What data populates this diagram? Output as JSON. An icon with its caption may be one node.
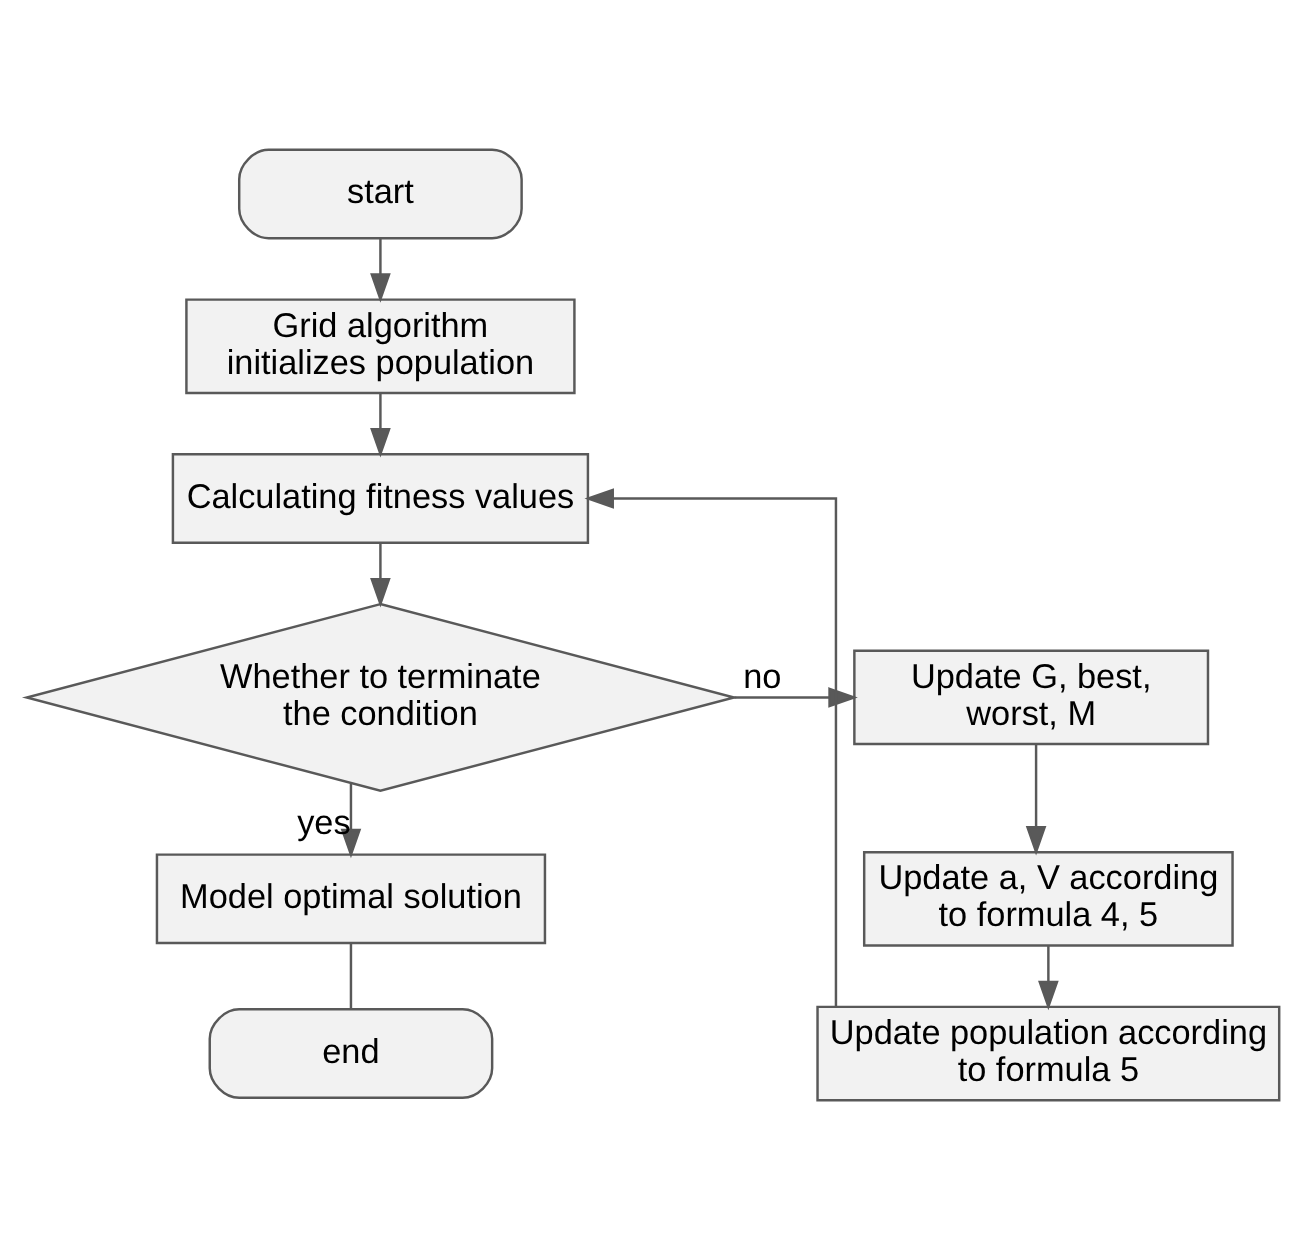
{
  "diagram": {
    "nodes": [
      {
        "text": [
          "start"
        ]
      },
      {
        "text": [
          "Grid algorithm initializes population"
        ]
      },
      {
        "text": [
          "Calculating fitness values"
        ]
      },
      {
        "text": [
          "Whether to terminate the condition"
        ]
      },
      {
        "text": [
          "Update G, best, worst, M"
        ]
      },
      {
        "text": [
          "Update a, V according to formula 4, 5"
        ]
      },
      {
        "text": [
          "Update population according to formula 5"
        ]
      },
      {
        "text": [
          "Model optimal solution"
        ]
      },
      {
        "text": [
          "end"
        ]
      }
    ],
    "edges": [
      {
        "from": 0,
        "to": 1,
        "arrow": "to"
      },
      {
        "from": 1,
        "to": 2,
        "arrow": "to"
      },
      {
        "from": 2,
        "to": 3,
        "arrow": "to"
      },
      {
        "from": 3,
        "to": 4,
        "arrow": "to",
        "label": "no"
      },
      {
        "from": 4,
        "to": 5,
        "arrow": "to"
      },
      {
        "from": 5,
        "to": 6,
        "arrow": "to"
      },
      {
        "from": 6,
        "to": 2,
        "arrow": "to"
      },
      {
        "from": 3,
        "to": 7,
        "arrow": "to",
        "label": "yes"
      },
      {
        "from": 7,
        "to": 8,
        "arrow": "none"
      }
    ]
  }
}
